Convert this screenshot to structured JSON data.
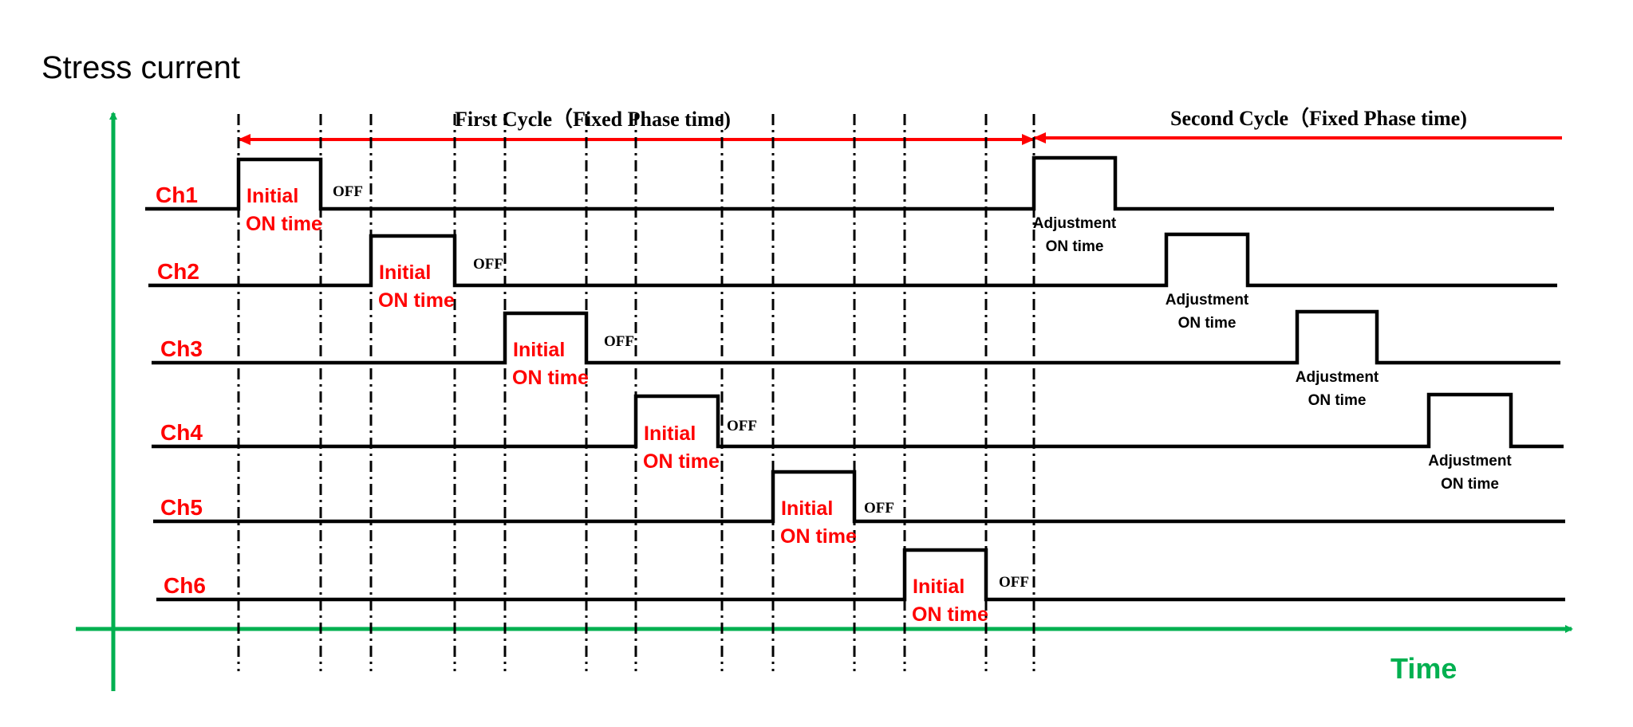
{
  "y_axis_label": "Stress current",
  "x_axis_label": "Time",
  "colors": {
    "axis": "#00b050",
    "channel_label": "#ff0000",
    "initial_text": "#ff0000",
    "cycle_arrow": "#ff0000",
    "signal": "#000000",
    "text": "#000000"
  },
  "first_cycle": {
    "label": "First Cycle（Fixed Phase time)"
  },
  "second_cycle": {
    "label": "Second Cycle（Fixed Phase time)"
  },
  "off_label": "OFF",
  "initial_on_label": {
    "line1": "Initial",
    "line2": "ON time"
  },
  "adjustment_on_label": {
    "line1": "Adjustment",
    "line2": "ON time"
  },
  "channels": [
    {
      "name": "Ch1"
    },
    {
      "name": "Ch2"
    },
    {
      "name": "Ch3"
    },
    {
      "name": "Ch4"
    },
    {
      "name": "Ch5"
    },
    {
      "name": "Ch6"
    }
  ]
}
